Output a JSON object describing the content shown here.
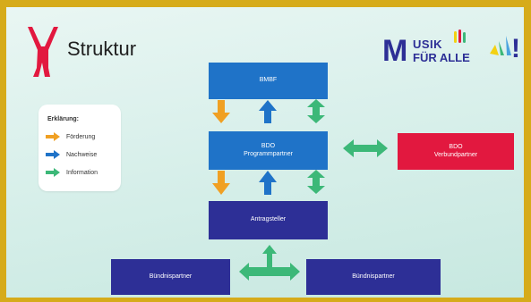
{
  "header": {
    "title": "Struktur",
    "logo_line1": "USIK",
    "logo_line2": "FÜR ALLE",
    "logo_initial": "M",
    "logo_exclaim": "!"
  },
  "legend": {
    "heading": "Erklärung:",
    "items": [
      {
        "label": "Förderung",
        "color": "#f0a023"
      },
      {
        "label": "Nachweise",
        "color": "#1f73c8"
      },
      {
        "label": "Information",
        "color": "#3cb878"
      }
    ]
  },
  "nodes": {
    "bmbf": {
      "lines": [
        "BMBF"
      ],
      "color": "#1f73c8"
    },
    "bdo_programmpartner": {
      "lines": [
        "BDO",
        "Programmpartner"
      ],
      "color": "#1f73c8"
    },
    "bdo_verbundpartner": {
      "lines": [
        "BDO",
        "Verbundpartner"
      ],
      "color": "#e2183f"
    },
    "antragsteller": {
      "lines": [
        "Antragsteller"
      ],
      "color": "#2d2f96"
    },
    "buendnispartner_left": {
      "lines": [
        "Bündnispartner"
      ],
      "color": "#2d2f96"
    },
    "buendnispartner_right": {
      "lines": [
        "Bündnispartner"
      ],
      "color": "#2d2f96"
    }
  },
  "connector_label": "",
  "colors": {
    "funding": "#f0a023",
    "evidence": "#1f73c8",
    "information": "#3cb878",
    "frame": "#d6ab1a",
    "logo_red": "#e2183f",
    "logo_yellow": "#f3d112",
    "logo_green": "#3cb878",
    "logo_blue": "#4aa3df"
  }
}
